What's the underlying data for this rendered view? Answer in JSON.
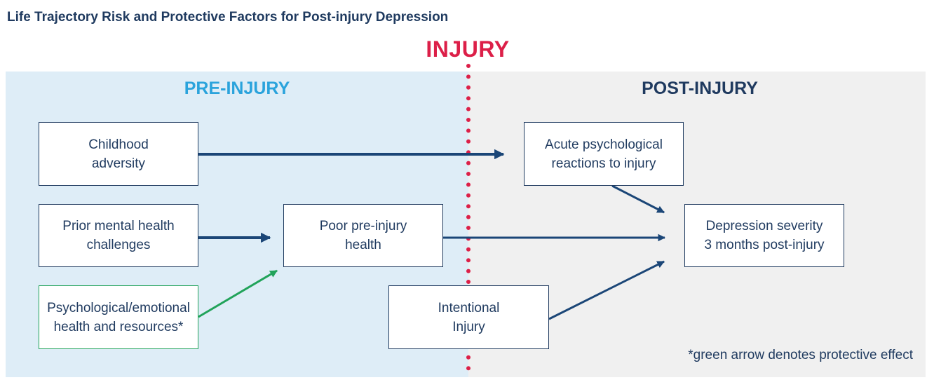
{
  "title": "Life Trajectory Risk and Protective Factors for Post-injury Depression",
  "injury_label": "INJURY",
  "sections": {
    "pre": "PRE-INJURY",
    "post": "POST-INJURY"
  },
  "boxes": {
    "childhood": "Childhood\nadversity",
    "prior_mental": "Prior mental health\nchallenges",
    "psychological": "Psychological/emotional\nhealth and resources*",
    "poor_health": "Poor pre-injury\nhealth",
    "intentional": "Intentional\nInjury",
    "acute": "Acute psychological\nreactions to injury",
    "depression": "Depression severity\n3 months post-injury"
  },
  "footnote": "*green arrow denotes protective effect",
  "colors": {
    "navy": "#1f3a5f",
    "risk_arrow": "#1b4677",
    "protective_arrow": "#21a35a",
    "injury_red": "#dc1f48",
    "pre_background": "#deedf7",
    "post_background": "#f0f0f0",
    "pre_label": "#2aa3dc"
  }
}
